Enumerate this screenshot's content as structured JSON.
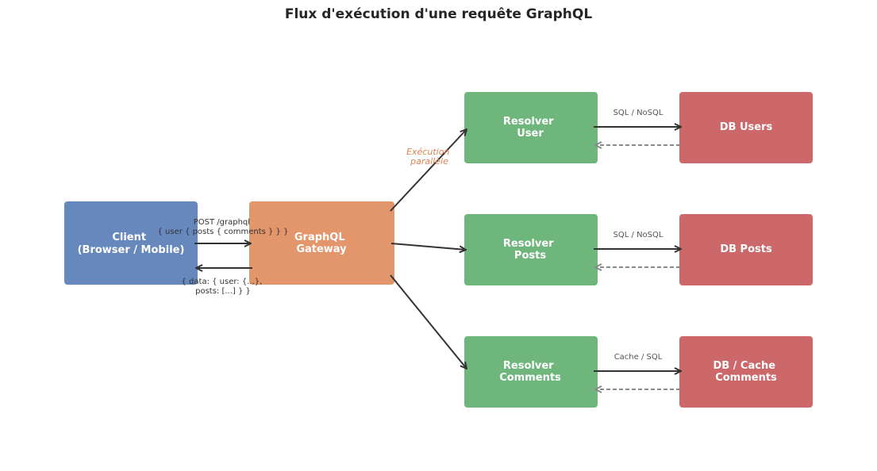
{
  "title": "Flux d'exécution d'une requête GraphQL",
  "colors": {
    "client": "#6788bd",
    "gateway": "#e3956b",
    "resolver": "#6fb67d",
    "database": "#cc6869",
    "arrow": "#333333",
    "return_arrow": "#888888",
    "parallel_note": "#dd8452"
  },
  "nodes": {
    "client": {
      "lines": [
        "Client",
        "(Browser / Mobile)"
      ]
    },
    "gateway": {
      "lines": [
        "GraphQL",
        "Gateway"
      ]
    },
    "resolver_user": {
      "lines": [
        "Resolver",
        "User"
      ]
    },
    "resolver_posts": {
      "lines": [
        "Resolver",
        "Posts"
      ]
    },
    "resolver_comments": {
      "lines": [
        "Resolver",
        "Comments"
      ]
    },
    "db_users": {
      "lines": [
        "DB Users"
      ]
    },
    "db_posts": {
      "lines": [
        "DB Posts"
      ]
    },
    "db_comments": {
      "lines": [
        "DB / Cache",
        "Comments"
      ]
    }
  },
  "edges": {
    "request": {
      "lines": [
        "POST /graphql",
        "{ user { posts { comments } } }"
      ]
    },
    "response": {
      "lines": [
        "{ data: { user: {...},",
        "posts: [...] } }"
      ]
    },
    "parallel": {
      "lines": [
        "Exécution",
        "parallèle"
      ]
    },
    "user_db": {
      "label": "SQL / NoSQL"
    },
    "posts_db": {
      "label": "SQL / NoSQL"
    },
    "comments_db": {
      "label": "Cache / SQL"
    }
  }
}
